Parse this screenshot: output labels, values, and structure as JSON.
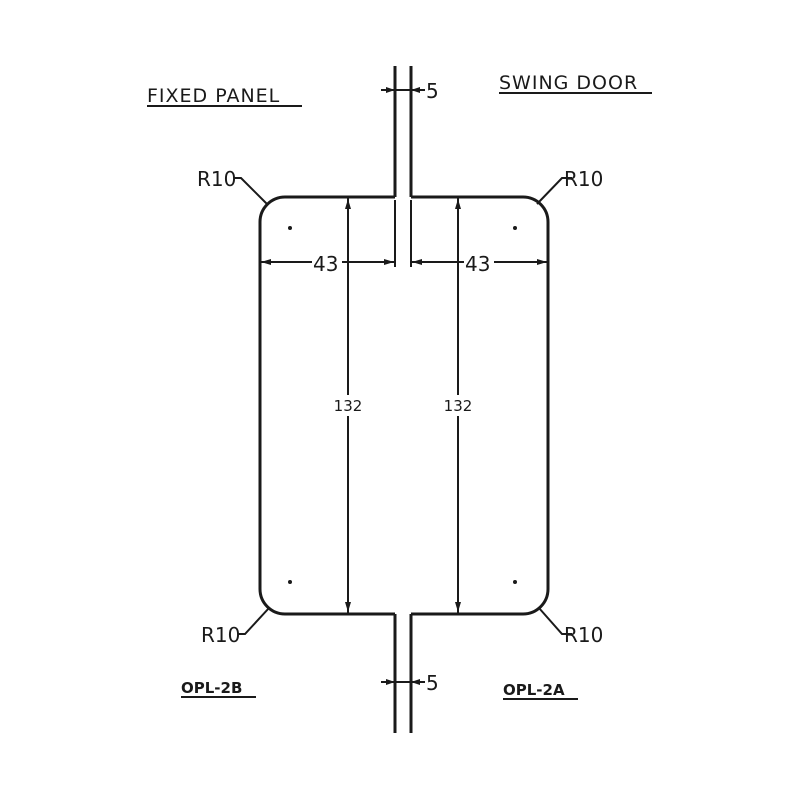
{
  "labels": {
    "fixed_panel": "FIXED PANEL",
    "swing_door": "SWING DOOR",
    "left_code": "OPL-2B",
    "right_code": "OPL-2A"
  },
  "dimensions": {
    "gap_top": "5",
    "gap_bottom": "5",
    "left_width": "43",
    "right_width": "43",
    "left_height": "132",
    "right_height": "132",
    "radius_tl": "R10",
    "radius_tr": "R10",
    "radius_bl": "R10",
    "radius_br": "R10"
  },
  "colors": {
    "line": "#1a1a1a",
    "background": "#ffffff"
  }
}
